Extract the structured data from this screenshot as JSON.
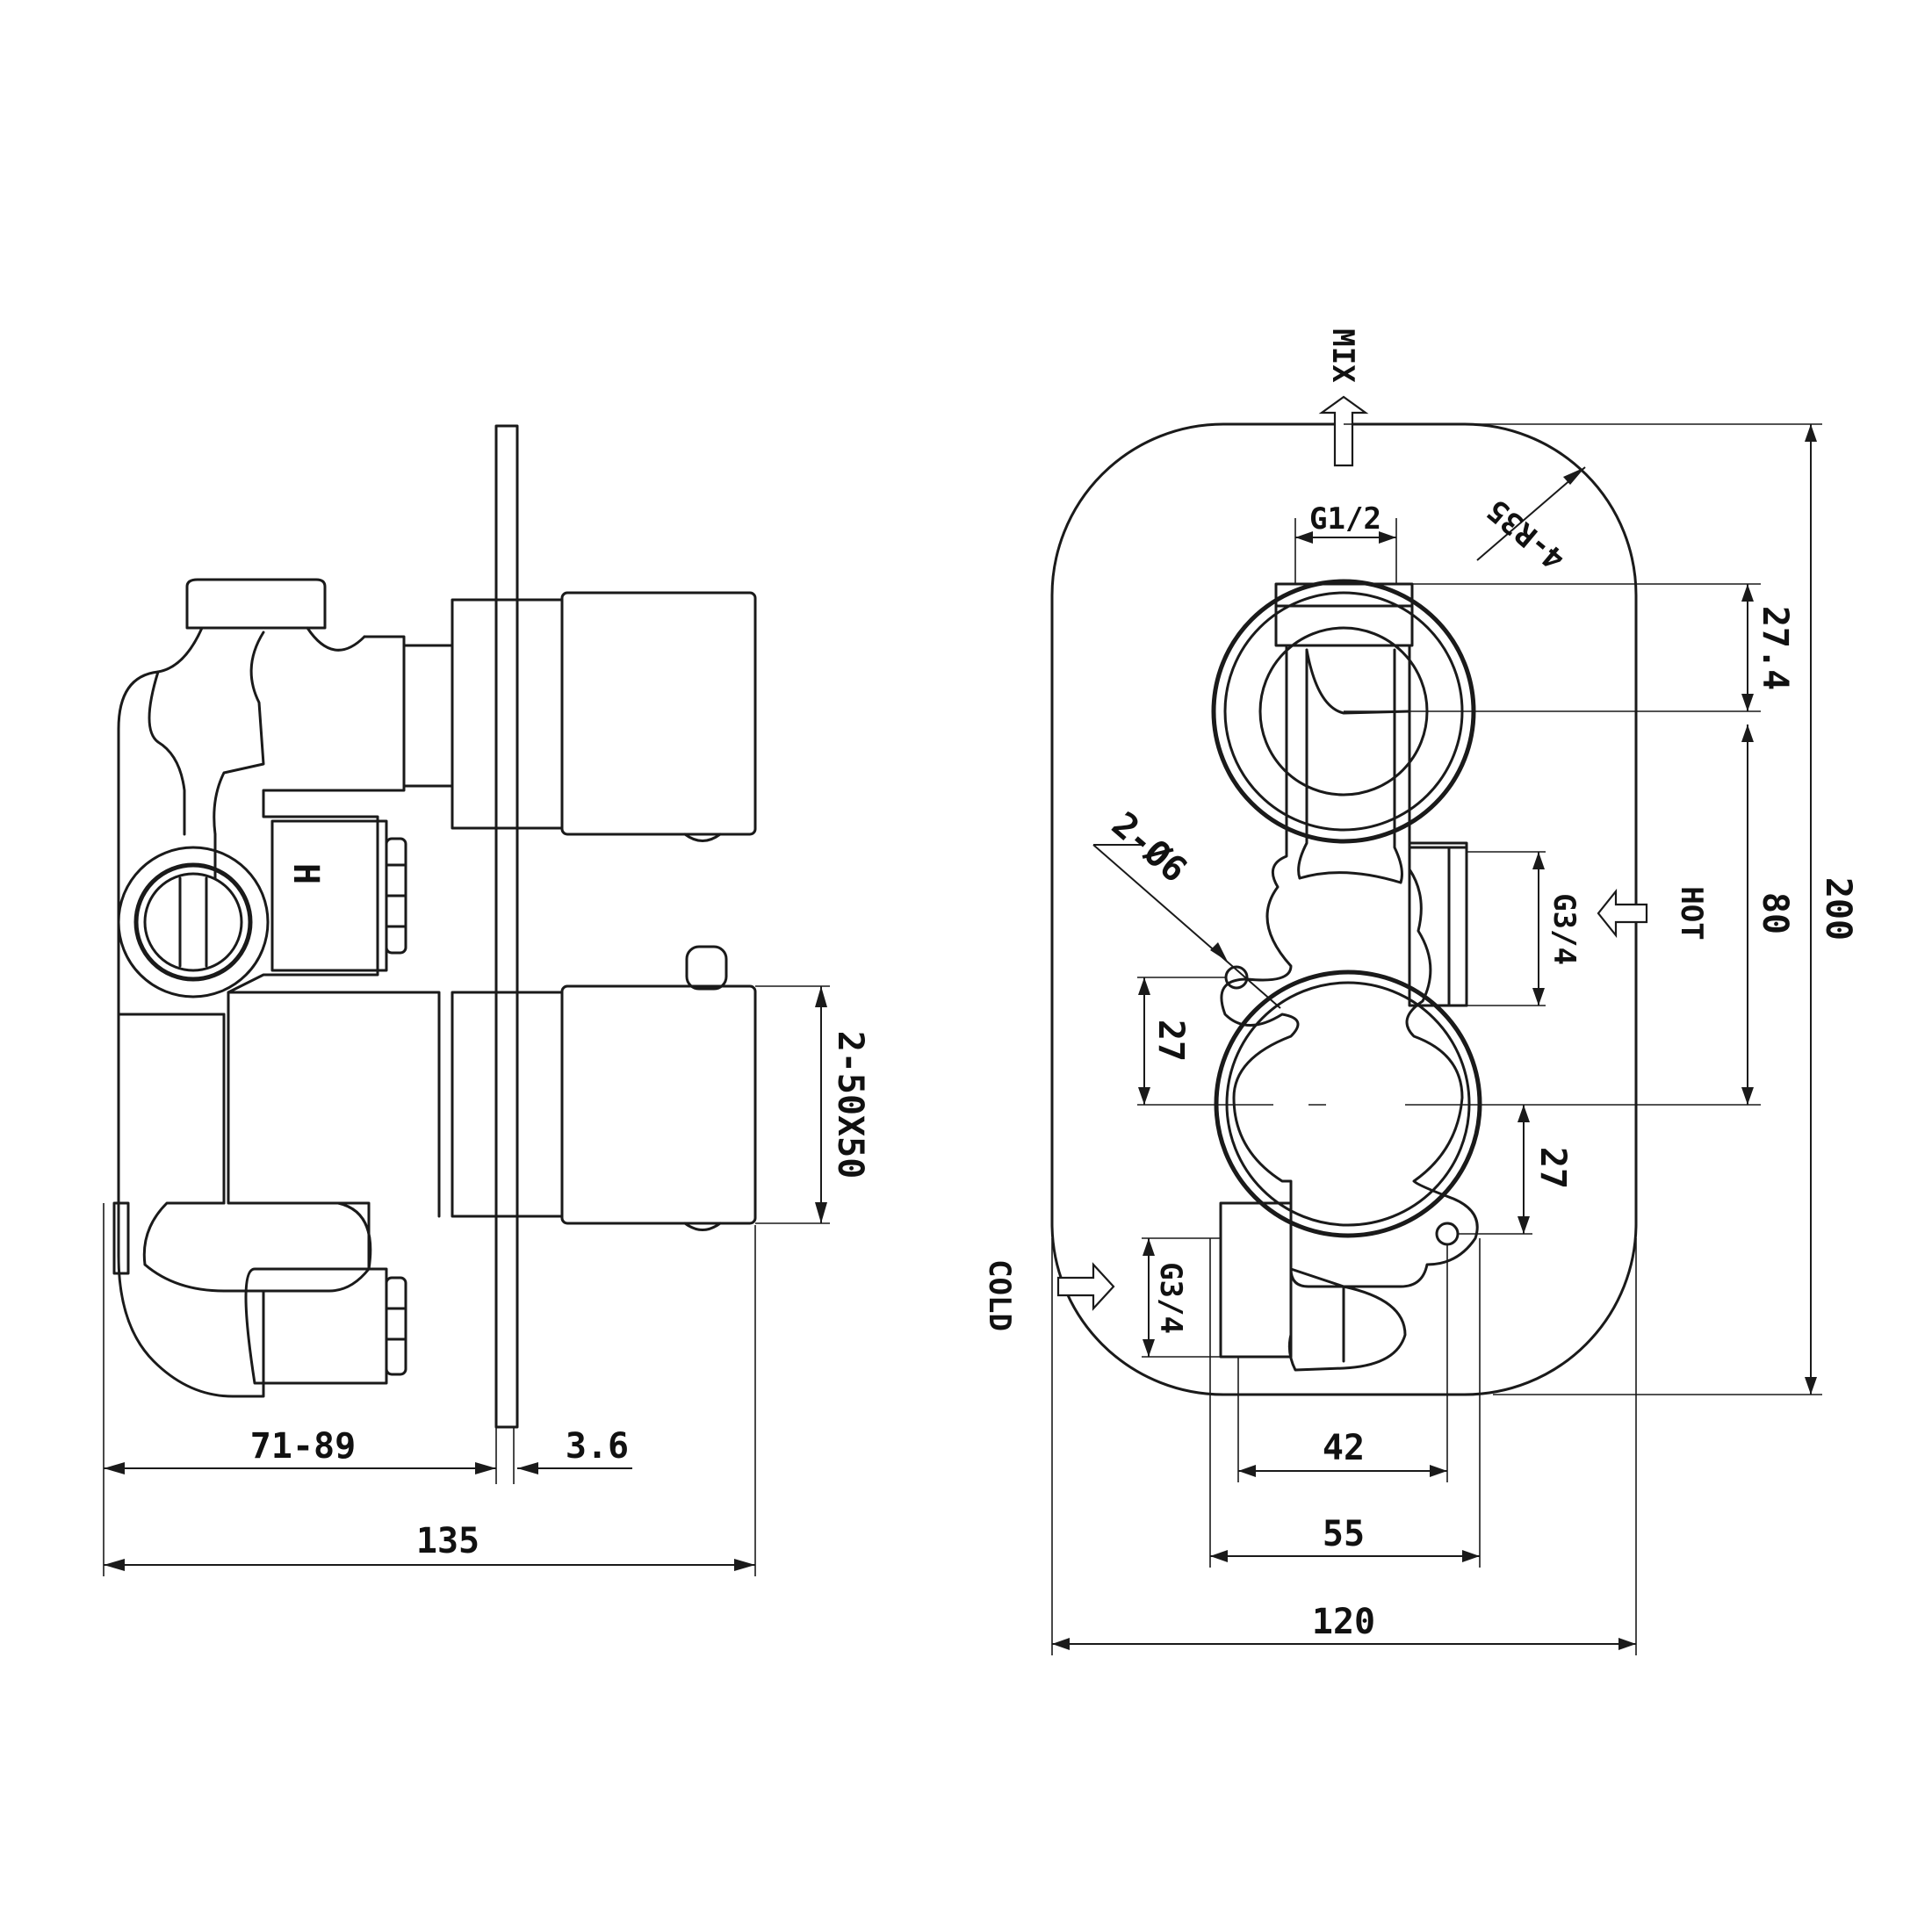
{
  "side_view": {
    "dim_depth_range": "71-89",
    "dim_plate_thickness": "3.6",
    "dim_total_depth": "135",
    "dim_handles": "2-50X50",
    "hot_marker": "H"
  },
  "front_view": {
    "port_mix": "MIX",
    "port_hot": "HOT",
    "port_cold": "COLD",
    "thread_outlet": "G1/2",
    "thread_hot": "G3/4",
    "thread_cold": "G3/4",
    "dim_corner_radius": "4-R35",
    "dim_holes": "2-Ø6",
    "dim_top_offset": "27.4",
    "dim_center_span": "80",
    "dim_total_height": "200",
    "dim_hole_upper": "27",
    "dim_hole_lower": "27",
    "dim_inner_width": "42",
    "dim_body_width": "55",
    "dim_plate_width": "120"
  }
}
